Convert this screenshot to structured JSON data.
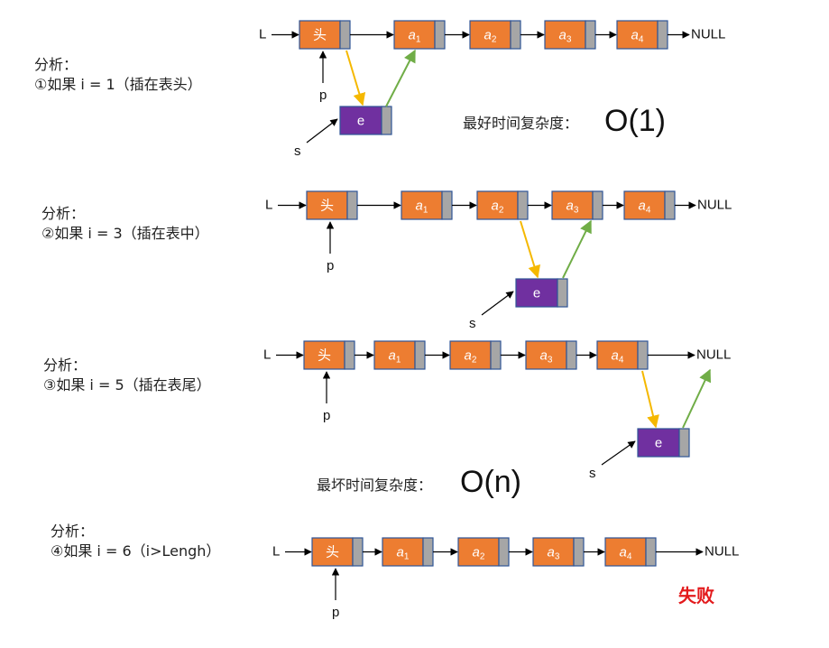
{
  "colors": {
    "node_fill": "#ED7D31",
    "node_border": "#2F5597",
    "ptr_fill": "#A6A6A6",
    "new_node_fill": "#7030A0",
    "yellow_arrow": "#F5B800",
    "green_arrow": "#70AD47",
    "fail_red": "#E31A1C",
    "text": "#222222"
  },
  "labels": {
    "list": "L",
    "p": "p",
    "s": "s",
    "null": "NULL",
    "head": "头",
    "new_node": "e",
    "elements": [
      {
        "base": "a",
        "sub": "1"
      },
      {
        "base": "a",
        "sub": "2"
      },
      {
        "base": "a",
        "sub": "3"
      },
      {
        "base": "a",
        "sub": "4"
      }
    ]
  },
  "cases": [
    {
      "title": "分析：",
      "condition": "①如果 i = 1（插在表头）"
    },
    {
      "title": "分析：",
      "condition": "②如果 i = 3（插在表中）"
    },
    {
      "title": "分析：",
      "condition": "③如果 i = 5（插在表尾）"
    },
    {
      "title": "分析：",
      "condition": "④如果 i = 6（i>Lengh）"
    }
  ],
  "complexity": {
    "best_label": "最好时间复杂度：",
    "best_value": "O(1)",
    "worst_label": "最坏时间复杂度：",
    "worst_value": "O(n)"
  },
  "fail_text": "失败"
}
